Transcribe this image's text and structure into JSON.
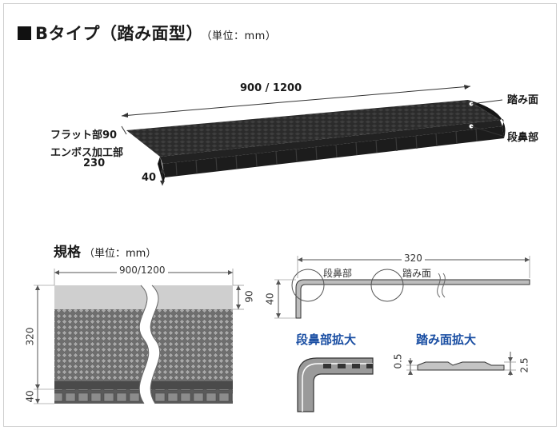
{
  "heading": {
    "title": "Bタイプ（踏み面型）",
    "unit": "（単位：mm）"
  },
  "product": {
    "length": "900 / 1200",
    "tread": "踏み面",
    "nosing": "段鼻部",
    "flat": "フラット部90",
    "emboss": "エンボス加工部",
    "emboss_value": "230",
    "height": "40"
  },
  "spec": {
    "title": "規格",
    "unit": "（単位：mm）",
    "plan_length": "900/1200",
    "plan_depth": "320",
    "plan_flat": "90",
    "plan_nose": "40",
    "section_depth": "320",
    "section_height": "40",
    "section_nose_label": "段鼻部",
    "section_tread_label": "踏み面"
  },
  "details": {
    "nose_title": "段鼻部拡大",
    "tread_title": "踏み面拡大",
    "dim_thin": "0.5",
    "dim_thick": "2.5"
  },
  "colors": {
    "accent": "#1b4fa3",
    "product": "#2c2c2c"
  }
}
